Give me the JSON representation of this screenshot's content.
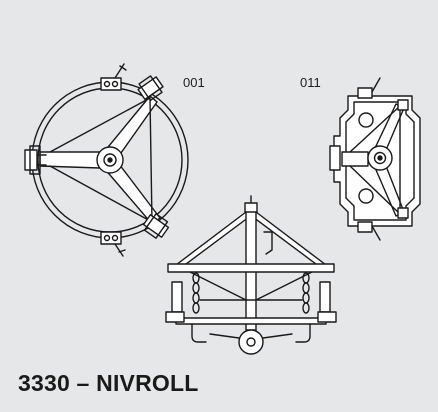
{
  "views": [
    {
      "id": "001",
      "label": "001"
    },
    {
      "id": "011",
      "label": "011"
    }
  ],
  "product": {
    "title": "3330 – NIVROLL"
  },
  "colors": {
    "panel_background": "#e6e7e8",
    "line": "#1a1a1a",
    "part_fill": "#ffffff"
  }
}
